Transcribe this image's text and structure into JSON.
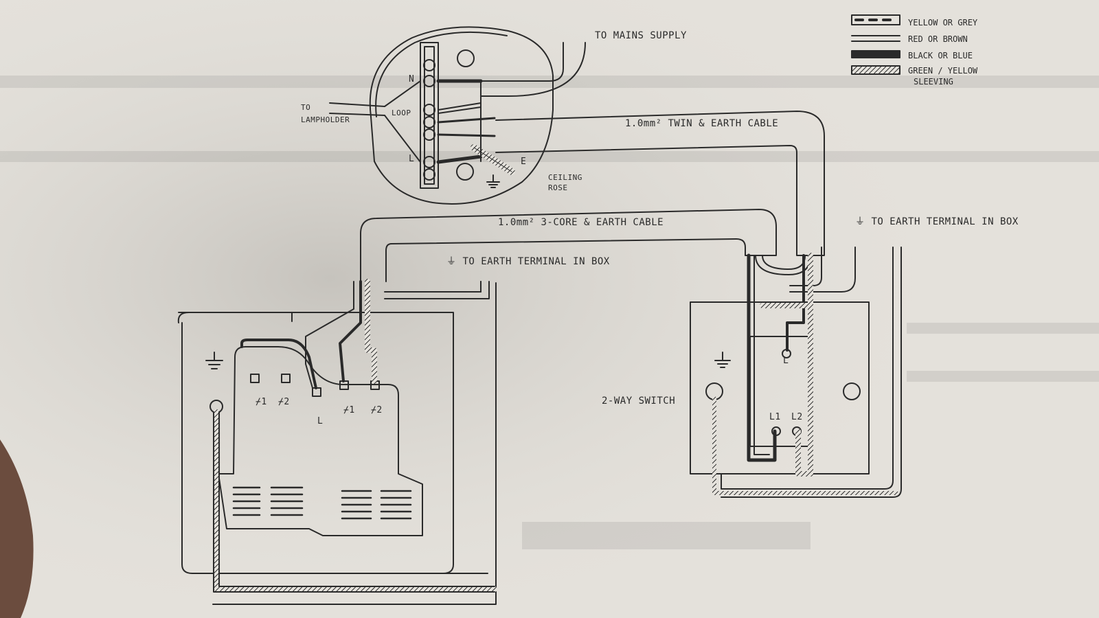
{
  "labels": {
    "mains_supply": "TO MAINS SUPPLY",
    "to_lampholder_1": "TO",
    "to_lampholder_2": "LAMPHOLDER",
    "terminal_n": "N",
    "terminal_loop": "LOOP",
    "terminal_l": "L",
    "terminal_e": "E",
    "ceiling_rose_1": "CEILING",
    "ceiling_rose_2": "ROSE",
    "twin_earth_cable": "1.0mm² TWIN & EARTH CABLE",
    "three_core_cable": "1.0mm² 3-CORE & EARTH CABLE",
    "earth_terminal_left": "TO EARTH TERMINAL IN BOX",
    "earth_terminal_right": "TO EARTH TERMINAL IN BOX",
    "two_way_switch": "2-WAY SWITCH",
    "switch_l": "L",
    "switch_l1": "L1",
    "switch_l2": "L2",
    "dimmer_t1a": "1",
    "dimmer_t2a": "2",
    "dimmer_t1b": "1",
    "dimmer_t2b": "2",
    "dimmer_l": "L"
  },
  "legend": [
    {
      "text": "YELLOW OR GREY",
      "pattern": "dashed-box"
    },
    {
      "text": "RED OR BROWN",
      "pattern": "double-line"
    },
    {
      "text": "BLACK OR BLUE",
      "pattern": "solid-thick"
    },
    {
      "text": "GREEN / YELLOW",
      "pattern": "hatched"
    },
    {
      "text": "SLEEVING",
      "pattern": "none"
    }
  ],
  "icons": [
    "earth-symbol-icon",
    "screw-terminal-icon",
    "fixing-hole-icon"
  ],
  "colors": {
    "paper": "#e6e3dd",
    "ink": "#2a2a2a",
    "shadow": "#bdb9b3"
  }
}
